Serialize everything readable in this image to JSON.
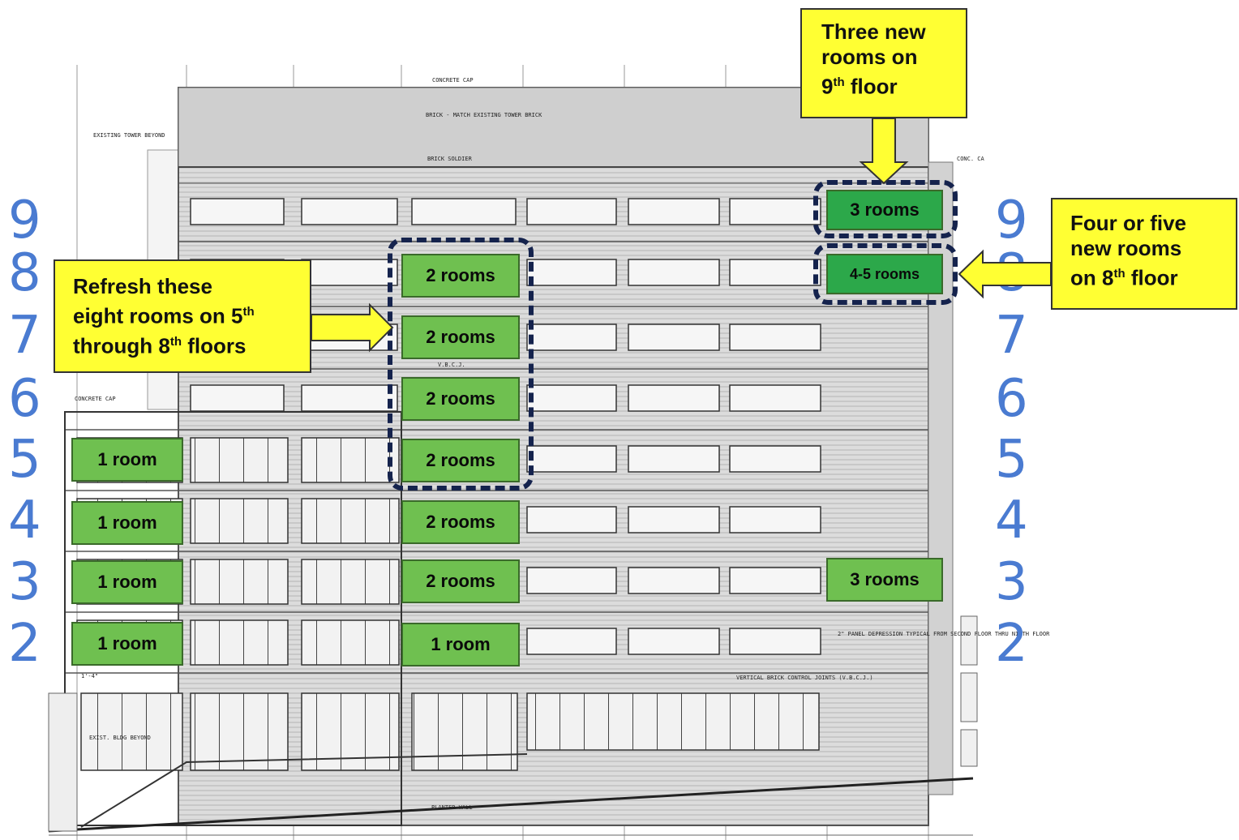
{
  "floor_numbers_left": [
    "9",
    "8",
    "7",
    "6",
    "5",
    "4",
    "3",
    "2"
  ],
  "floor_numbers_right": [
    "9",
    "8",
    "7",
    "6",
    "5",
    "4",
    "3",
    "2"
  ],
  "rooms": {
    "left_f5": "1 room",
    "left_f4": "1 room",
    "left_f3": "1 room",
    "left_f2": "1 room",
    "center_f8": "2 rooms",
    "center_f7": "2 rooms",
    "center_f6": "2 rooms",
    "center_f5": "2 rooms",
    "center_f4": "2 rooms",
    "center_f3": "2 rooms",
    "center_f2": "1 room",
    "right_f9": "3 rooms",
    "right_f8": "4-5 rooms",
    "right_f3": "3 rooms"
  },
  "callouts": {
    "refresh": {
      "line1": "Refresh these",
      "line2": "eight rooms on 5",
      "sup2": "th",
      "line3": "through 8",
      "sup3": "th",
      "line3b": " floors"
    },
    "ninth": {
      "line1": "Three new",
      "line2": "rooms on",
      "line3": "9",
      "sup3": "th",
      "line3b": " floor"
    },
    "eighth": {
      "line1": "Four or five",
      "line2": "new rooms",
      "line3": "on 8",
      "sup3": "th",
      "line3b": " floor"
    }
  },
  "drawing_notes": {
    "concrete_cap_top": "CONCRETE CAP",
    "brick_match": "BRICK - MATCH EXISTING TOWER BRICK",
    "existing_tower": "EXISTING TOWER BEYOND",
    "brick_soldier": "BRICK SOLDIER",
    "conc_cap_right": "CONC. CA",
    "concrete_cap_left": "CONCRETE CAP",
    "vbcj": "V.B.C.J.",
    "panel_depression": "2\" PANEL DEPRESSION TYPICAL FROM SECOND FLOOR THRU NINTH FLOOR",
    "vertical_joints": "VERTICAL BRICK CONTROL JOINTS (V.B.C.J.)",
    "exist_bldg": "EXIST. BLDG BEYOND",
    "planter_wall": "PLANTER WALL",
    "dim": "1'-4\""
  },
  "colors": {
    "floor_number": "#4a7bd1",
    "room_fill": "#6fc050",
    "room_fill_dark": "#2ca84a",
    "callout_fill": "#ffff33",
    "dash_border": "#15234d"
  }
}
